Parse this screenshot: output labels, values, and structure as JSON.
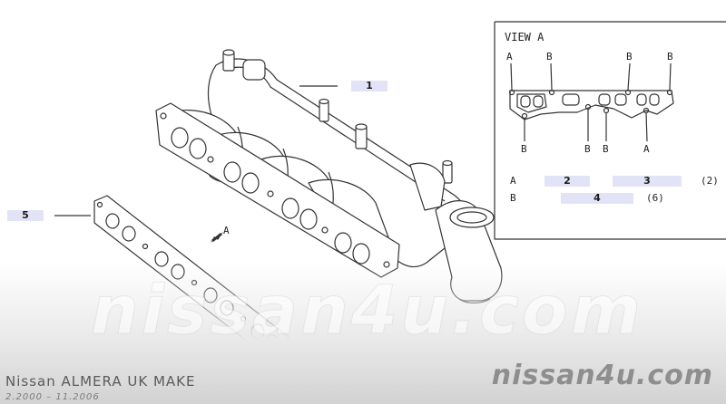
{
  "view": {
    "title": "VIEW A",
    "top_letters": [
      "A",
      "B",
      "B",
      "B"
    ],
    "bottom_letters": [
      "B",
      "B",
      "B",
      "A"
    ]
  },
  "callouts": {
    "p1": "1",
    "p2": "2",
    "p3": "3",
    "p4": "4",
    "p5": "5"
  },
  "legend": {
    "row_a_letter": "A",
    "row_a_qty": "(2)",
    "row_b_letter": "B",
    "row_b_qty": "(6)"
  },
  "arrow_label": "A",
  "watermark": "nissan4u.com",
  "model": {
    "title": "Nissan ALMERA UK MAKE",
    "dates": "2.2000 – 11.2006"
  },
  "colors": {
    "line": "#333333",
    "callout_bg": "#e3e3f7",
    "arrow": "#333333"
  }
}
